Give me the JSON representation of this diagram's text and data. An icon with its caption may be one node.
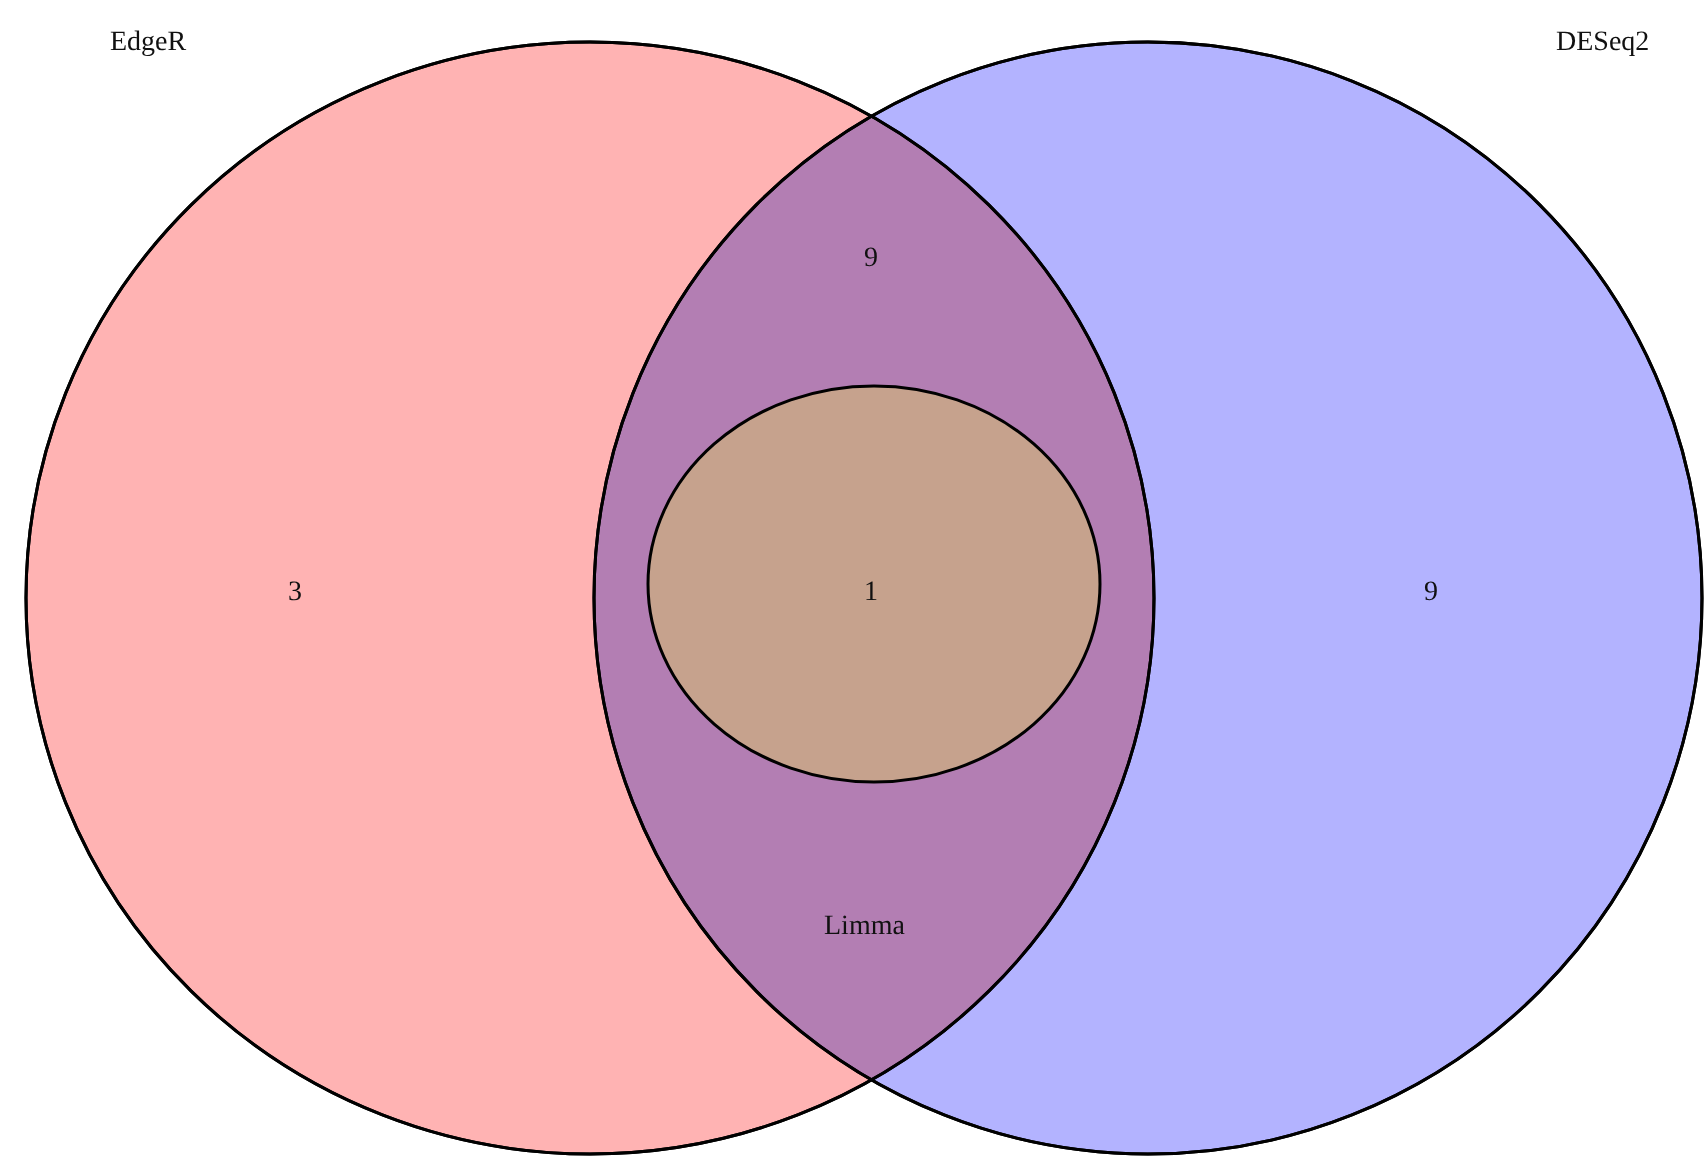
{
  "diagram": {
    "nodes": [
      {
        "text": [
          "EdgeR"
        ]
      },
      {
        "text": [
          "DESeq2"
        ]
      },
      {
        "text": [],
        "shape": "circle"
      }
    ],
    "labels": [
      "9",
      "3",
      "1",
      "9",
      "Limma"
    ]
  }
}
